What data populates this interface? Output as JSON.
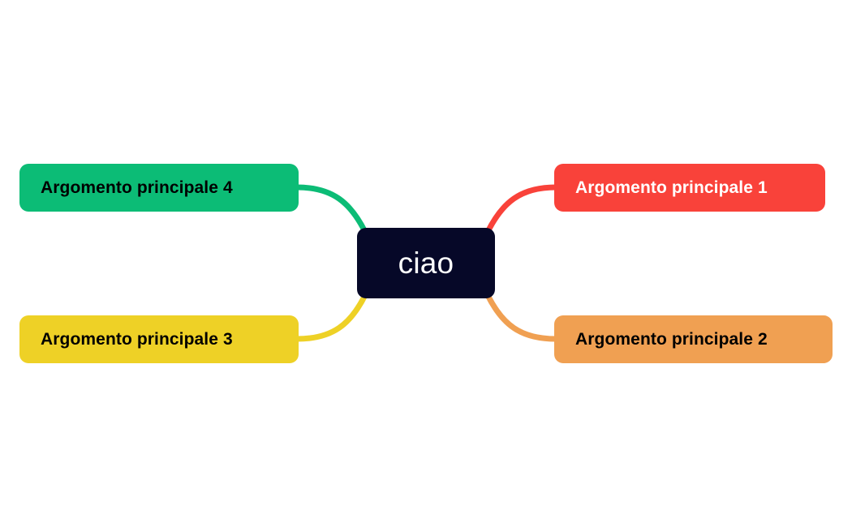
{
  "diagram": {
    "type": "mind-map",
    "background_color": "#ffffff",
    "central_node": {
      "label": "ciao",
      "fill_color": "#060828",
      "text_color": "#ffffff"
    },
    "branches": [
      {
        "id": "topic-1",
        "label": "Argomento principale 1",
        "fill_color": "#f9423a",
        "text_color": "#ffffff",
        "connector_color": "#f9423a",
        "side": "right",
        "row": "top"
      },
      {
        "id": "topic-2",
        "label": "Argomento principale 2",
        "fill_color": "#f0a052",
        "text_color": "#000000",
        "connector_color": "#f0a052",
        "side": "right",
        "row": "bottom"
      },
      {
        "id": "topic-3",
        "label": "Argomento principale 3",
        "fill_color": "#eed126",
        "text_color": "#000000",
        "connector_color": "#eed126",
        "side": "left",
        "row": "bottom"
      },
      {
        "id": "topic-4",
        "label": "Argomento principale 4",
        "fill_color": "#0cbc76",
        "text_color": "#000000",
        "connector_color": "#0cbc76",
        "side": "left",
        "row": "top"
      }
    ]
  }
}
